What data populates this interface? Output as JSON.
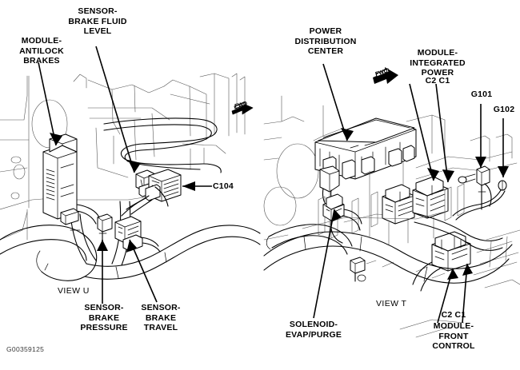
{
  "figure": {
    "id": "G00359125",
    "type": "component-location-diagram",
    "views": [
      {
        "name": "VIEW U",
        "side": "left"
      },
      {
        "name": "VIEW T",
        "side": "right"
      }
    ]
  },
  "left_view": {
    "view_label": "VIEW U",
    "labels": [
      {
        "key": "module_antilock_brakes",
        "text": "MODULE-\nANTILOCK\nBRAKES"
      },
      {
        "key": "sensor_brake_fluid_level",
        "text": "SENSOR-\nBRAKE FLUID\nLEVEL"
      },
      {
        "key": "connector_c104",
        "text": "C104"
      },
      {
        "key": "sensor_brake_pressure",
        "text": "SENSOR-\nBRAKE\nPRESSURE"
      },
      {
        "key": "sensor_brake_travel",
        "text": "SENSOR-\nBRAKE\nTRAVEL"
      }
    ],
    "direction_arrow": "FWD"
  },
  "right_view": {
    "view_label": "VIEW T",
    "labels": [
      {
        "key": "power_distribution_center",
        "text": "POWER\nDISTRIBUTION\nCENTER"
      },
      {
        "key": "module_integrated_power",
        "text": "MODULE-\nINTEGRATED\nPOWER"
      },
      {
        "key": "module_integrated_power_connectors",
        "text": "C2  C1"
      },
      {
        "key": "ground_g101",
        "text": "G101"
      },
      {
        "key": "ground_g102",
        "text": "G102"
      },
      {
        "key": "solenoid_evap_purge",
        "text": "SOLENOID-\nEVAP/PURGE"
      },
      {
        "key": "module_front_control_connectors",
        "text": "C2  C1"
      },
      {
        "key": "module_front_control",
        "text": "MODULE-\nFRONT\nCONTROL"
      }
    ],
    "direction_arrow": "FWD"
  },
  "colors": {
    "ink": "#000000",
    "background": "#ffffff",
    "figure_id": "#3a3a3a"
  }
}
